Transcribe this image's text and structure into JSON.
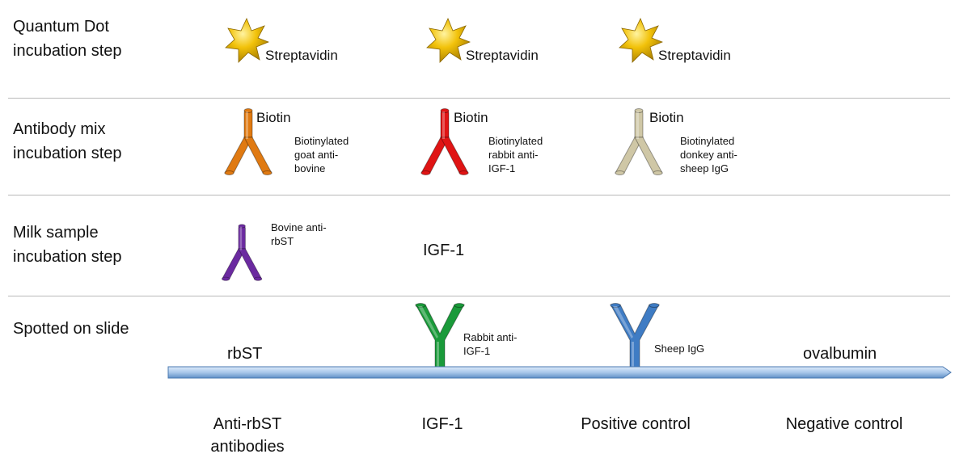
{
  "rows": {
    "qd": {
      "line1": "Quantum Dot",
      "line2": "incubation step"
    },
    "ab": {
      "line1": "Antibody mix",
      "line2": "incubation step"
    },
    "milk": {
      "line1": "Milk sample",
      "line2": "incubation step"
    },
    "slide": {
      "line1": "Spotted on slide"
    }
  },
  "streptavidin": [
    "Streptavidin",
    "Streptavidin",
    "Streptavidin"
  ],
  "biotin": [
    "Biotin",
    "Biotin",
    "Biotin"
  ],
  "secondary_antibodies": [
    {
      "line1": "Biotinylated",
      "line2": "goat anti-",
      "line3": "bovine",
      "color": "#e07a12"
    },
    {
      "line1": "Biotinylated",
      "line2": "rabbit anti-",
      "line3": "IGF-1",
      "color": "#e01414"
    },
    {
      "line1": "Biotinylated",
      "line2": "donkey anti-",
      "line3": "sheep IgG",
      "color": "#cfc7a6"
    }
  ],
  "milk": {
    "antibody": {
      "line1": "Bovine anti-",
      "line2": "rbST",
      "color": "#6b2aa0"
    },
    "igf": "IGF-1"
  },
  "slide": {
    "rbst": "rbST",
    "capture1": {
      "line1": "Rabbit anti-",
      "line2": "IGF-1",
      "color": "#1a9a3a"
    },
    "capture2": {
      "line1": "Sheep IgG",
      "color": "#3f7cc4"
    },
    "ovalbumin": "ovalbumin",
    "slide_color": "#a9c8ea"
  },
  "columns": [
    {
      "line1": "Anti-rbST",
      "line2": "antibodies"
    },
    {
      "line1": "IGF-1"
    },
    {
      "line1": "Positive control"
    },
    {
      "line1": "Negative control"
    }
  ],
  "star_color": "#f2c20a"
}
